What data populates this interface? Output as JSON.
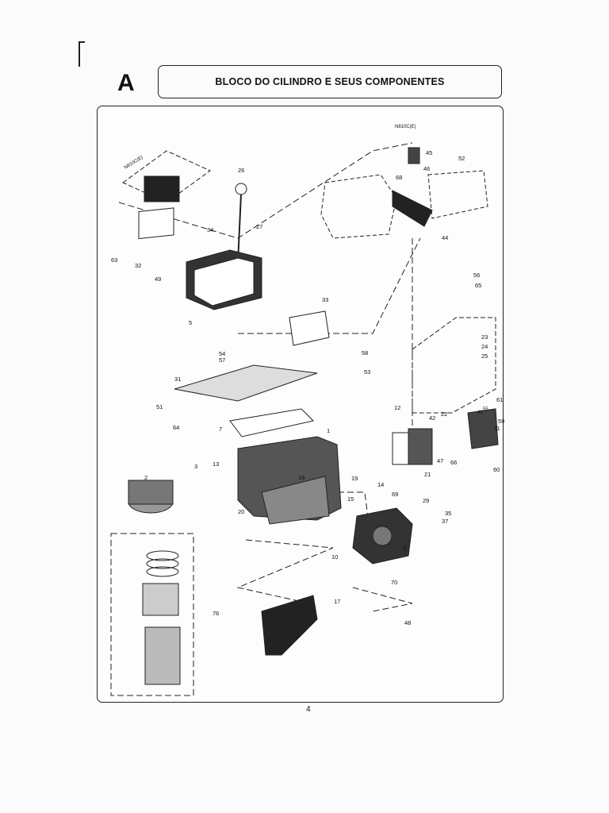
{
  "page": {
    "section_letter": "A",
    "title": "BLOCO DO CILINDRO E SEUS COMPONENTES",
    "page_number": "4"
  },
  "diagram": {
    "model_labels": [
      "N810C(E)",
      "N810C(E)"
    ],
    "part_numbers": [
      "1",
      "2",
      "3",
      "5",
      "7",
      "9",
      "10",
      "11",
      "12",
      "13",
      "14",
      "15",
      "17",
      "18",
      "19",
      "20",
      "21",
      "22",
      "23",
      "24",
      "25",
      "26",
      "27",
      "29",
      "31",
      "32",
      "33",
      "34",
      "35",
      "37",
      "42",
      "43",
      "44",
      "45",
      "46",
      "47",
      "48",
      "49",
      "51",
      "52",
      "53",
      "54",
      "55",
      "56",
      "57",
      "58",
      "59",
      "60",
      "61",
      "63",
      "64",
      "65",
      "66",
      "68",
      "69",
      "70",
      "76"
    ]
  }
}
